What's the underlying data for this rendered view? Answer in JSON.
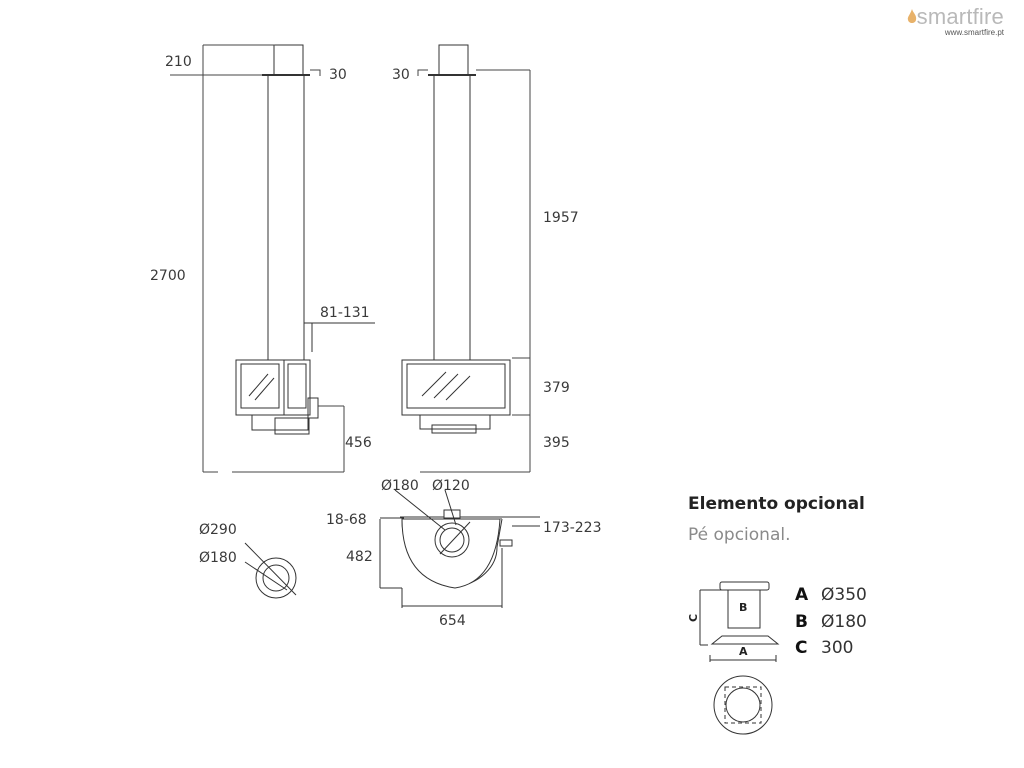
{
  "brand": {
    "name": "smartfire",
    "url": "www.smartfire.pt",
    "flame_color": "#e8b26a",
    "text_color": "#b9b9b9"
  },
  "dimensions": {
    "top_offset": "210",
    "collar_left": "30",
    "collar_right": "30",
    "total_height": "2700",
    "flue_length": "1957",
    "flue_gap": "81-131",
    "body_height": "379",
    "floor_height_side": "456",
    "floor_height_front": "395",
    "outlet_outer": "Ø180",
    "outlet_inner": "Ø120",
    "wall_offset": "18-68",
    "flue_setback": "173-223",
    "depth": "482",
    "width": "654",
    "ring_outer": "Ø290",
    "ring_inner": "Ø180"
  },
  "optional": {
    "title": "Elemento opcional",
    "subtitle": "Pé opcional.",
    "legend": [
      {
        "key": "A",
        "value": "Ø350"
      },
      {
        "key": "B",
        "value": "Ø180"
      },
      {
        "key": "C",
        "value": "300"
      }
    ],
    "labels": {
      "a": "A",
      "b": "B",
      "c": "C"
    }
  }
}
